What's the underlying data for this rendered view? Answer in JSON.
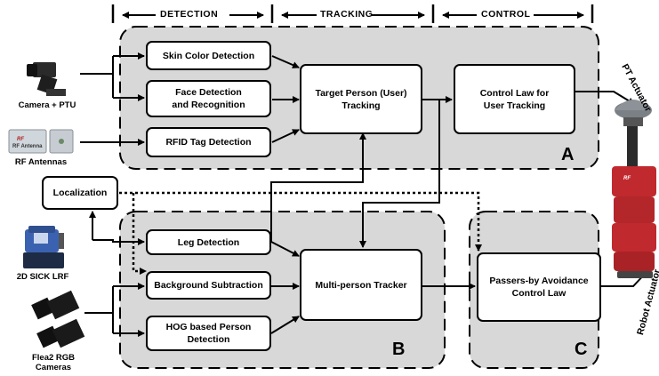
{
  "headers": {
    "detection": "DETECTION",
    "tracking": "TRACKING",
    "control": "CONTROL"
  },
  "sensors": {
    "camera": "Camera + PTU",
    "rf": "RF Antennas",
    "sick": "2D SICK LRF",
    "flea_line1": "Flea2 RGB",
    "flea_line2": "Cameras",
    "rf_device_text": "RF Antenna"
  },
  "blocks": {
    "skin": "Skin Color Detection",
    "face_line1": "Face Detection",
    "face_line2": "and Recognition",
    "rfid": "RFID Tag Detection",
    "target_line1": "Target Person (User)",
    "target_line2": "Tracking",
    "control_line1": "Control Law for",
    "control_line2": "User Tracking",
    "localization": "Localization",
    "leg": "Leg Detection",
    "background": "Background Subtraction",
    "hog_line1": "HOG based Person",
    "hog_line2": "Detection",
    "multi": "Multi-person Tracker",
    "passers_line1": "Passers-by Avoidance",
    "passers_line2": "Control Law"
  },
  "regions": {
    "a": "A",
    "b": "B",
    "c": "C"
  },
  "actuators": {
    "pt": "PT Actuator",
    "robot": "Robot Actuator"
  },
  "colors": {
    "region_fill": "#d8d8d8",
    "line": "#000000",
    "box_fill": "#ffffff"
  }
}
